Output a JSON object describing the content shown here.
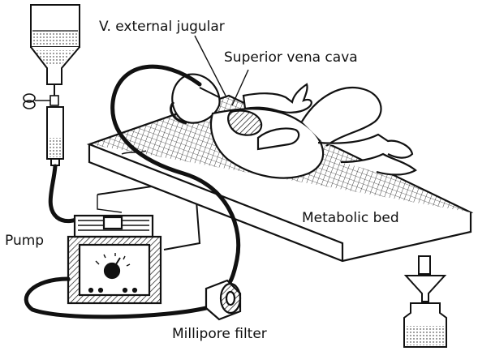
{
  "labels": {
    "jugular": "V. external jugular",
    "svc": "Superior vena cava",
    "bed": "Metabolic bed",
    "pump": "Pump",
    "filter": "Millipore filter"
  },
  "colors": {
    "ink": "#111111",
    "paper": "#ffffff"
  }
}
